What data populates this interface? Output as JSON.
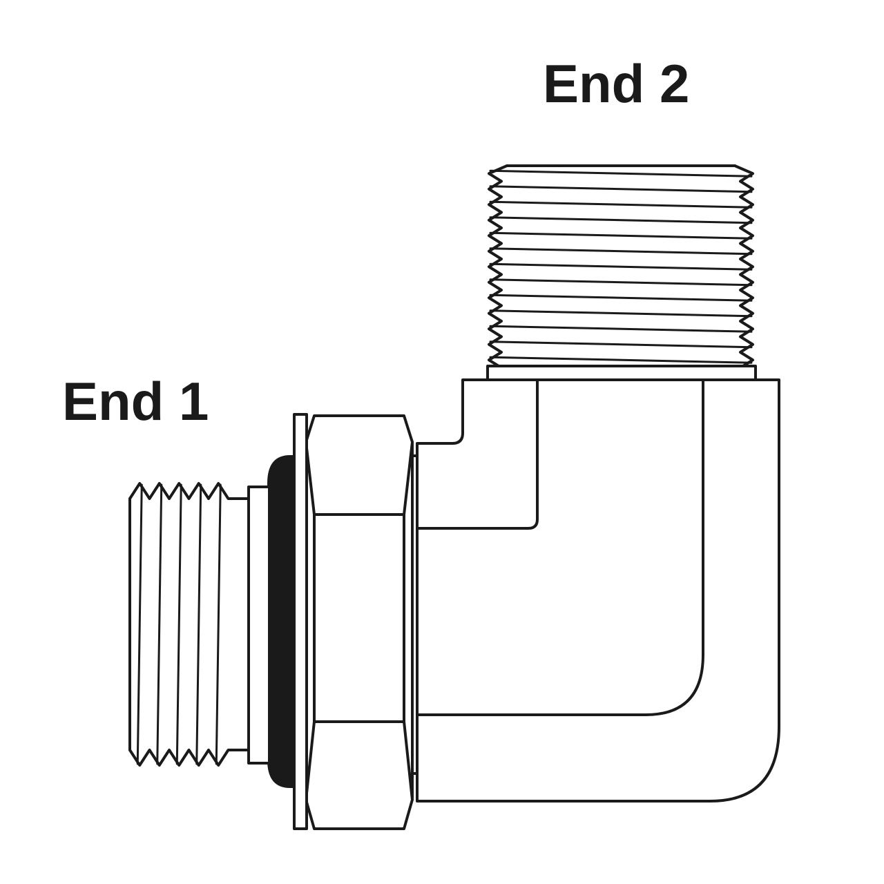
{
  "labels": {
    "end1": "End 1",
    "end2": "End 2"
  },
  "colors": {
    "line": "#1a1a1a",
    "background": "#ffffff",
    "oring": "#1a1a1a"
  },
  "parts": [
    "end1-threads",
    "o-ring",
    "washer",
    "hex-nut",
    "elbow-body",
    "end2-threads"
  ]
}
